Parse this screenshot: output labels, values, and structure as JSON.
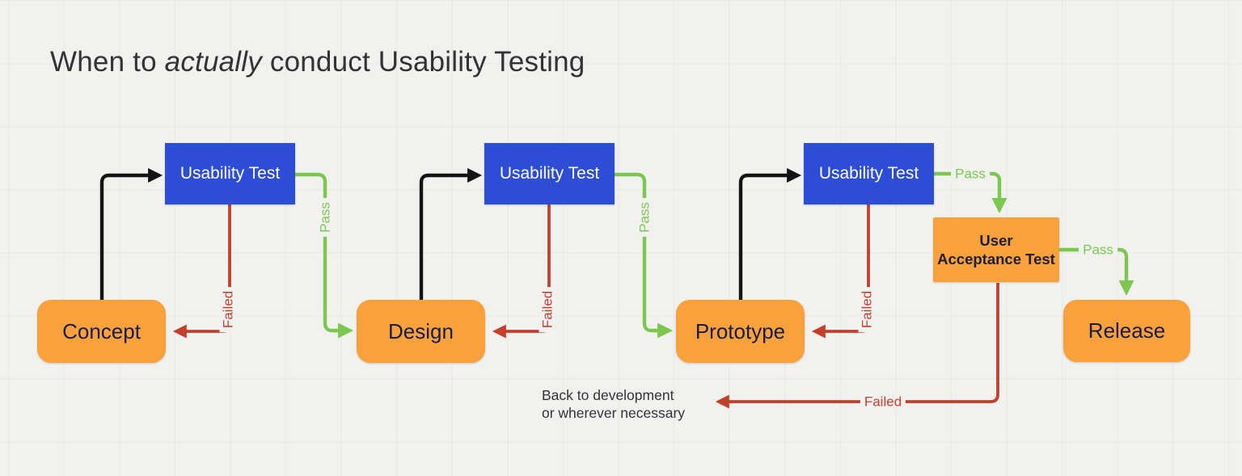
{
  "title": {
    "prefix": "When to ",
    "emphasis": "actually",
    "suffix": " conduct Usability Testing"
  },
  "nodes": {
    "usability_test_1": {
      "label": "Usability Test"
    },
    "usability_test_2": {
      "label": "Usability Test"
    },
    "usability_test_3": {
      "label": "Usability Test"
    },
    "concept": {
      "label": "Concept"
    },
    "design": {
      "label": "Design"
    },
    "prototype": {
      "label": "Prototype"
    },
    "user_acceptance_test": {
      "line1": "User",
      "line2": "Acceptance Test"
    },
    "release": {
      "label": "Release"
    }
  },
  "edges": {
    "pass_labels": [
      "Pass",
      "Pass",
      "Pass",
      "Pass"
    ],
    "failed_labels": [
      "Failed",
      "Failed",
      "Failed",
      "Failed"
    ]
  },
  "note": {
    "line1": "Back to development",
    "line2": "or wherever necessary"
  },
  "colors": {
    "test_box": "#2d4dd6",
    "test_text": "#ffffff",
    "stage_box": "#f9a23c",
    "stage_text": "#1a1a4b",
    "pass_green": "#7cc74e",
    "failed_red": "#c43e2c",
    "flow_arrow_black": "#141414",
    "background": "#f1f1f0",
    "title_text": "#333333"
  }
}
